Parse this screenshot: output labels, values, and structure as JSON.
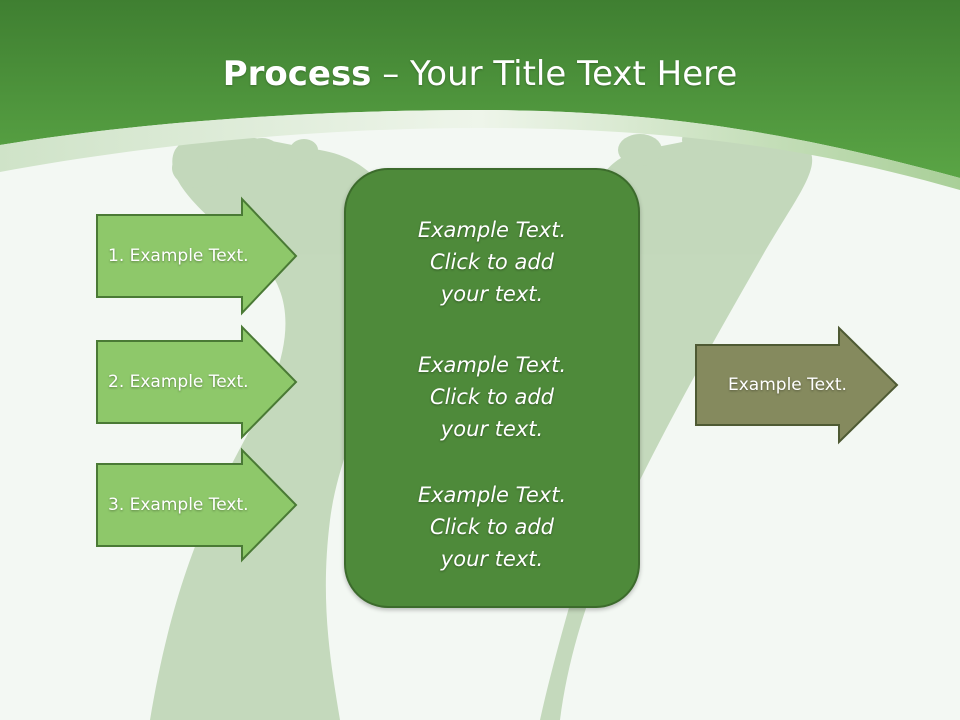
{
  "title": {
    "bold": "Process",
    "rest": " – Your Title Text Here"
  },
  "colors": {
    "header_green": "#4e9a3e",
    "arrow_light_green": "#8ec86a",
    "arrow_border": "#4a7a35",
    "center_box": "#4e8a3a",
    "output_arrow": "#858a5e"
  },
  "input_steps": [
    {
      "label": "1. Example Text."
    },
    {
      "label": "2. Example Text."
    },
    {
      "label": "3. Example Text."
    }
  ],
  "center_blocks": [
    {
      "lines": [
        "Example Text.",
        "Click  to add",
        "your text."
      ]
    },
    {
      "lines": [
        "Example Text.",
        "Click  to add",
        "your text."
      ]
    },
    {
      "lines": [
        "Example Text.",
        "Click  to add",
        "your text."
      ]
    }
  ],
  "output_step": {
    "label": "Example Text."
  }
}
